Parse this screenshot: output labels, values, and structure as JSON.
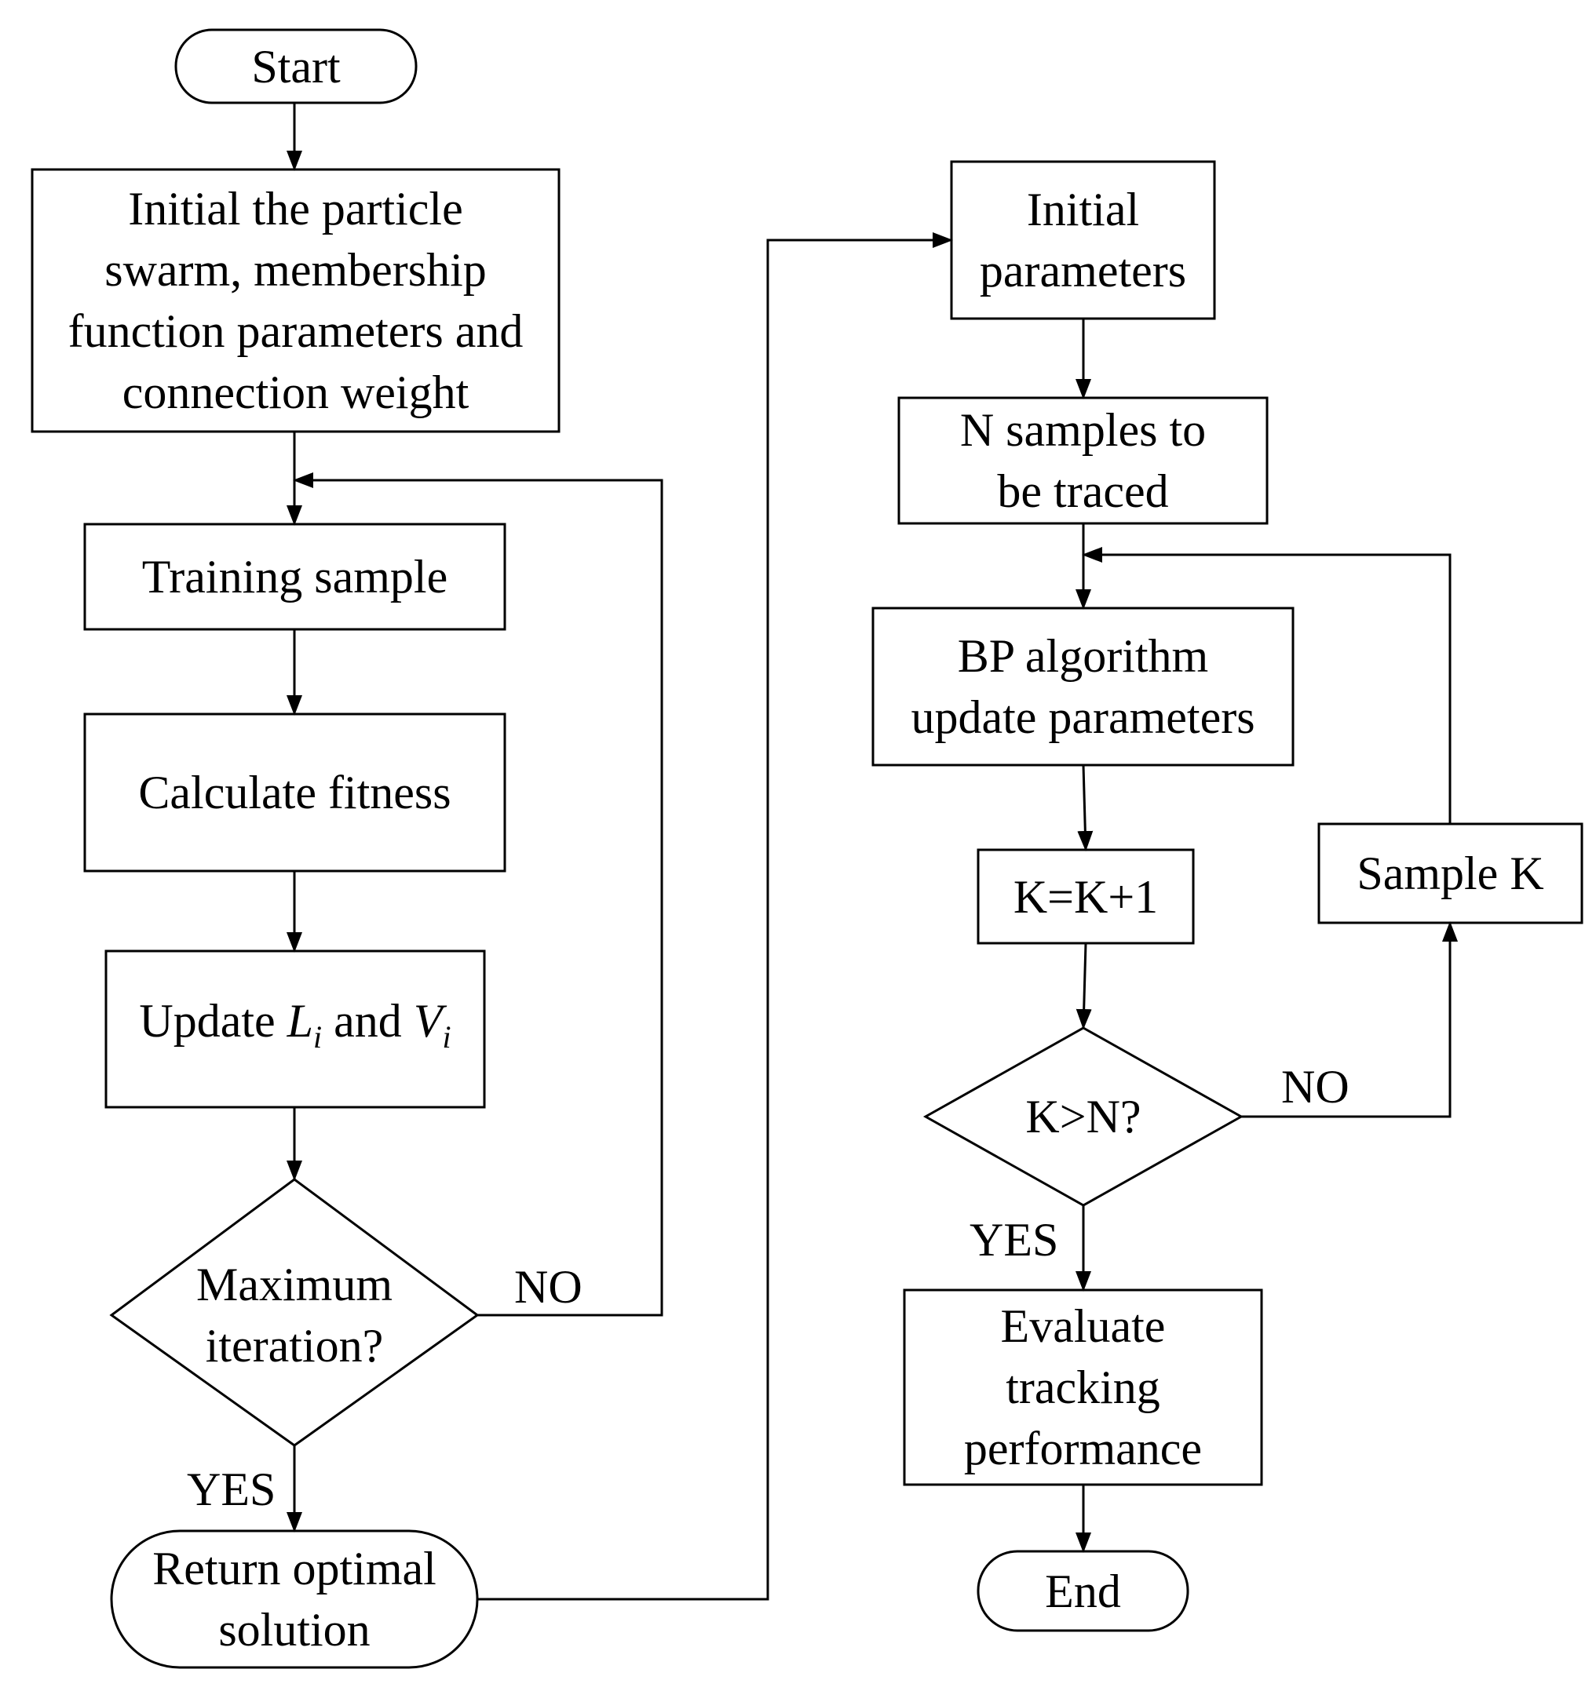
{
  "diagram": {
    "nodes": {
      "start": {
        "lines": [
          "Start"
        ]
      },
      "init_swarm": {
        "lines": [
          "Initial the particle",
          "swarm, membership",
          "function parameters and",
          "connection weight"
        ]
      },
      "training": {
        "lines": [
          "Training sample"
        ]
      },
      "fitness": {
        "lines": [
          "Calculate fitness"
        ]
      },
      "update": {
        "prefix": "Update ",
        "l_var": "L",
        "l_sub": "i",
        "middle": " and ",
        "v_var": "V",
        "v_sub": "i"
      },
      "max_iter": {
        "lines": [
          "Maximum",
          "iteration?"
        ]
      },
      "return_opt": {
        "lines": [
          "Return optimal",
          "solution"
        ]
      },
      "init_params": {
        "lines": [
          "Initial",
          "parameters"
        ]
      },
      "n_samples": {
        "lines": [
          "N samples to",
          "be traced"
        ]
      },
      "bp": {
        "lines": [
          "BP algorithm",
          "update parameters"
        ]
      },
      "k_inc": {
        "lines": [
          "K=K+1"
        ]
      },
      "k_gt_n": {
        "lines": [
          "K>N?"
        ]
      },
      "sample_k": {
        "lines": [
          "Sample K"
        ]
      },
      "evaluate": {
        "lines": [
          "Evaluate",
          "tracking",
          "performance"
        ]
      },
      "end": {
        "lines": [
          "End"
        ]
      }
    },
    "edge_labels": {
      "max_iter_no": "NO",
      "max_iter_yes": "YES",
      "k_gt_n_no": "NO",
      "k_gt_n_yes": "YES"
    }
  }
}
